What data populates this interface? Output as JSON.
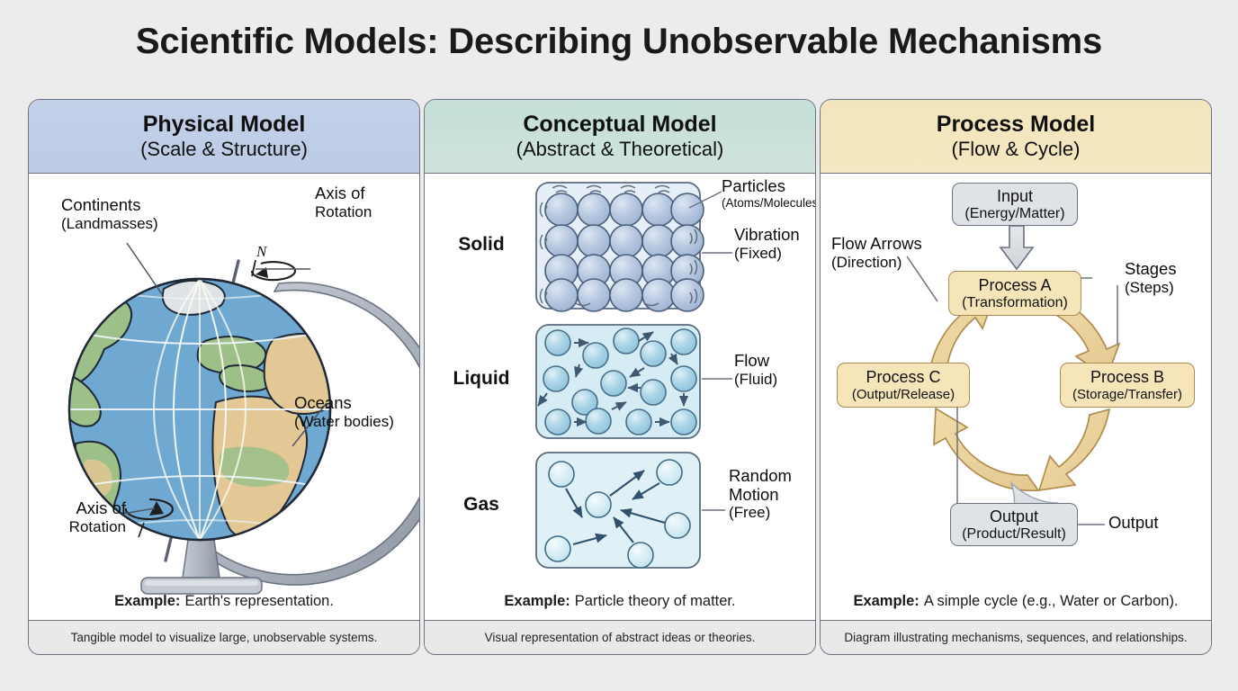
{
  "title": "Scientific Models: Describing Unobservable Mechanisms",
  "background_color": "#ececec",
  "panels": {
    "physical": {
      "header_main": "Physical Model",
      "header_sub": "(Scale & Structure)",
      "header_color": "#c3d0e8",
      "labels": {
        "continents": {
          "line1": "Continents",
          "line2": "(Landmasses)"
        },
        "axis_top": {
          "line1": "Axis of",
          "line2": "Rotation"
        },
        "axis_bottom": {
          "line1": "Axis of",
          "line2": "Rotation"
        },
        "oceans": {
          "line1": "Oceans",
          "line2": "(Water bodies)"
        },
        "north_marker": "N"
      },
      "example_bold": "Example:",
      "example_text": "Earth's representation.",
      "footer": "Tangible model to visualize large, unobservable systems."
    },
    "conceptual": {
      "header_main": "Conceptual Model",
      "header_sub": "(Abstract & Theoretical)",
      "header_color": "#c5dfd9",
      "states": [
        {
          "name": "Solid",
          "label1": "Particles",
          "label2": "(Atoms/Molecules)"
        },
        {
          "name": "Liquid",
          "label1": "Flow",
          "label2": "(Fluid)"
        },
        {
          "name": "Gas",
          "label1": "Random",
          "label2": "Motion",
          "label3": "(Free)"
        }
      ],
      "extra_labels": {
        "vibration": {
          "line1": "Vibration",
          "line2": "(Fixed)"
        }
      },
      "example_bold": "Example:",
      "example_text": "Particle theory of matter.",
      "footer": "Visual representation of abstract ideas or theories."
    },
    "process": {
      "header_main": "Process Model",
      "header_sub": "(Flow & Cycle)",
      "header_color": "#f3e5bb",
      "nodes": [
        {
          "id": "input",
          "line1": "Input",
          "line2": "(Energy/Matter)",
          "fill": "#dfe2e6"
        },
        {
          "id": "process_a",
          "line1": "Process A",
          "line2": "(Transformation)",
          "fill": "#f5e5b8"
        },
        {
          "id": "process_b",
          "line1": "Process B",
          "line2": "(Storage/Transfer)",
          "fill": "#f5e5b8"
        },
        {
          "id": "process_c",
          "line1": "Process C",
          "line2": "(Output/Release)",
          "fill": "#f5e5b8"
        },
        {
          "id": "output",
          "line1": "Output",
          "line2": "(Product/Result)",
          "fill": "#dfe2e6"
        }
      ],
      "callouts": {
        "flow_arrows": {
          "line1": "Flow Arrows",
          "line2": "(Direction)"
        },
        "stages": {
          "line1": "Stages",
          "line2": "(Steps)"
        },
        "output": {
          "line1": "Output"
        }
      },
      "example_bold": "Example:",
      "example_text": "A simple cycle (e.g., Water or Carbon).",
      "footer": "Diagram illustrating mechanisms, sequences, and relationships."
    }
  },
  "chart_data": {
    "type": "diagram",
    "title": "Scientific Models: Describing Unobservable Mechanisms",
    "panels": [
      "Physical Model",
      "Conceptual Model",
      "Process Model"
    ],
    "physical_model_parts": [
      "Continents (Landmasses)",
      "Axis of Rotation",
      "Oceans (Water bodies)"
    ],
    "conceptual_model_states": [
      "Solid",
      "Liquid",
      "Gas"
    ],
    "conceptual_particle_counts": {
      "solid": 20,
      "liquid": 15,
      "gas": 6
    },
    "process_model_sequence": [
      "Input (Energy/Matter)",
      "Process A (Transformation)",
      "Process B (Storage/Transfer)",
      "Process C (Output/Release)",
      "Output (Product/Result)"
    ]
  }
}
